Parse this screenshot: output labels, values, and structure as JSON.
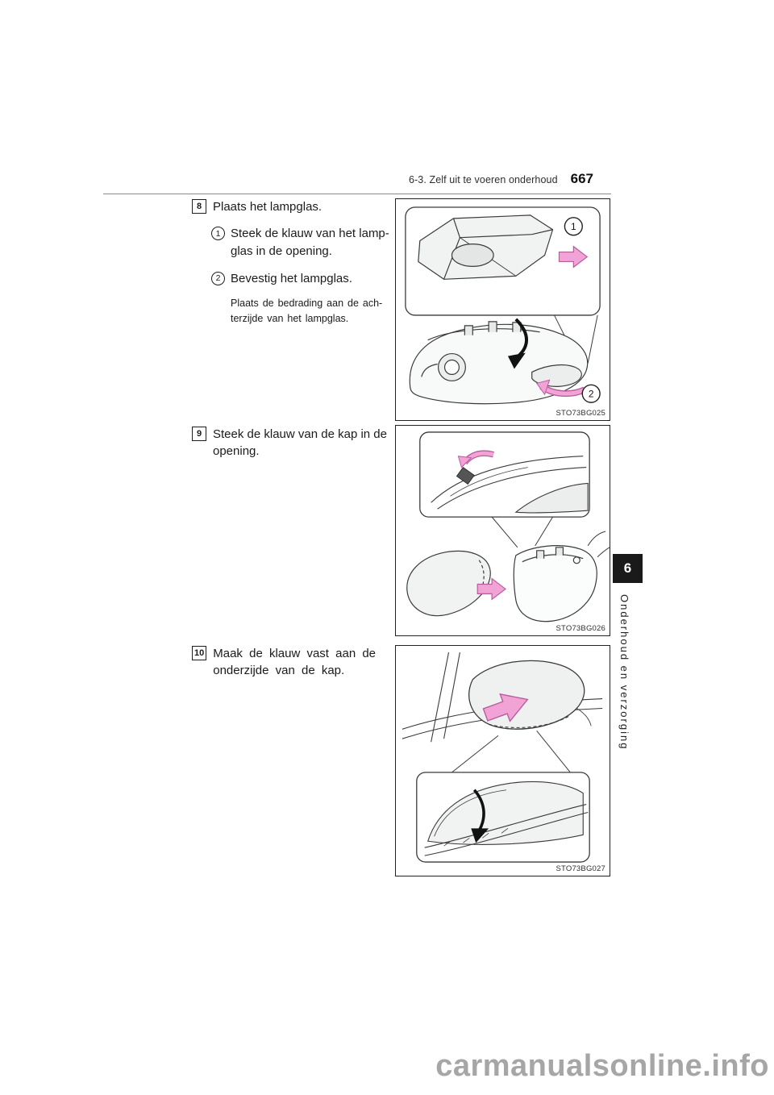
{
  "page": {
    "number": "667",
    "section_header": "6-3. Zelf uit te voeren onderhoud",
    "chapter_tab": "6",
    "side_label": "Onderhoud en verzorging",
    "watermark": "carmanualsonline.info"
  },
  "steps": [
    {
      "number": "8",
      "title": "Plaats het lampglas.",
      "substeps": [
        {
          "number": "1",
          "text": "Steek de klauw van het lamp-\nglas in de opening."
        },
        {
          "number": "2",
          "text": "Bevestig het lampglas."
        }
      ],
      "note": "Plaats de bedrading aan de ach-\nterzijde van het lampglas.",
      "figure_caption": "STO73BG025",
      "figure_callouts": [
        "1",
        "2"
      ]
    },
    {
      "number": "9",
      "title": "Steek de klauw van de kap in de\nopening.",
      "figure_caption": "STO73BG026"
    },
    {
      "number": "10",
      "title": "Maak de klauw vast aan de\nonderzijde van de kap.",
      "figure_caption": "STO73BG027"
    }
  ]
}
